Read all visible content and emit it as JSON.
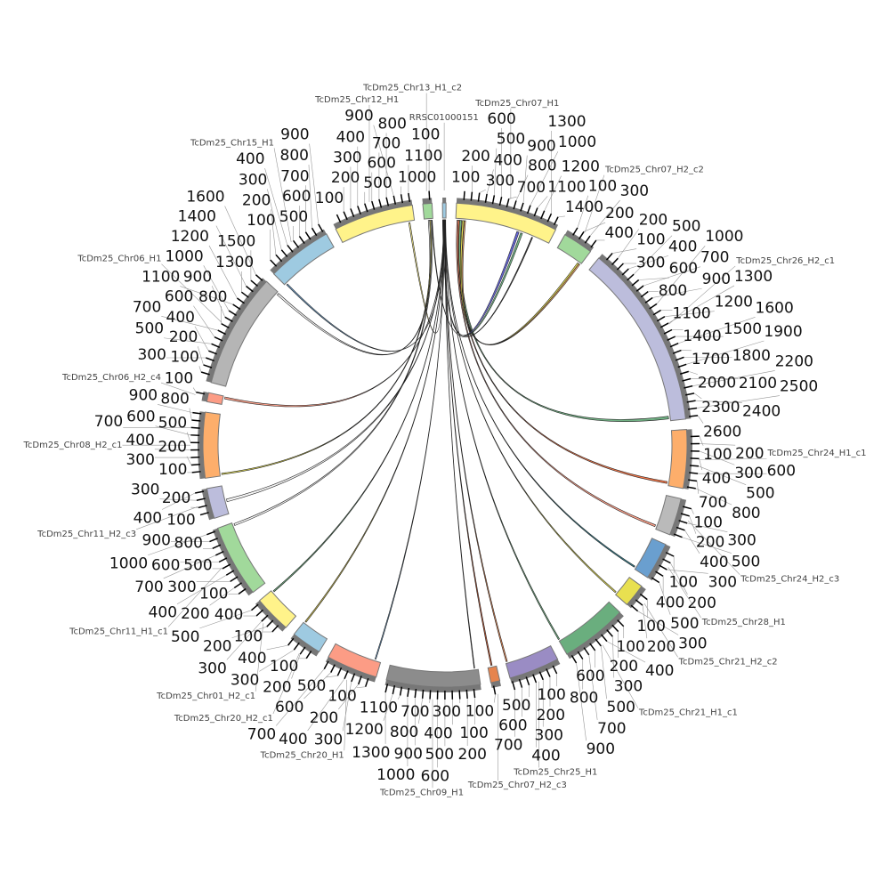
{
  "chart_data": {
    "type": "chord",
    "tick_step": 100,
    "segments": [
      {
        "name": "RRSC01000151",
        "length": 50,
        "color": "#9ecae1"
      },
      {
        "name": "TcDm25_Chr07_H1",
        "length": 1450,
        "color": "#fff38a"
      },
      {
        "name": "TcDm25_Chr07_H2_c2",
        "length": 430,
        "color": "#a1d99b"
      },
      {
        "name": "TcDm25_Chr26_H2_c1",
        "length": 2630,
        "color": "#bcbddc"
      },
      {
        "name": "TcDm25_Chr24_H1_c1",
        "length": 830,
        "color": "#fdae6b"
      },
      {
        "name": "TcDm25_Chr24_H2_c3",
        "length": 530,
        "color": "#bababa"
      },
      {
        "name": "TcDm25_Chr28_H1",
        "length": 530,
        "color": "#6a9fcf"
      },
      {
        "name": "TcDm25_Chr21_H2_c2",
        "length": 330,
        "color": "#e8e050"
      },
      {
        "name": "TcDm25_Chr21_H1_c1",
        "length": 950,
        "color": "#6aae7e"
      },
      {
        "name": "TcDm25_Chr25_H1",
        "length": 720,
        "color": "#9a8cc4"
      },
      {
        "name": "TcDm25_Chr07_H2_c3",
        "length": 130,
        "color": "#e6844e"
      },
      {
        "name": "TcDm25_Chr09_H1",
        "length": 1330,
        "color": "#8c8c8c"
      },
      {
        "name": "TcDm25_Chr20_H1",
        "length": 730,
        "color": "#fc9c85"
      },
      {
        "name": "TcDm25_Chr20_H2_c1",
        "length": 430,
        "color": "#9ecae1"
      },
      {
        "name": "TcDm25_Chr01_H2_c1",
        "length": 530,
        "color": "#fff38a"
      },
      {
        "name": "TcDm25_Chr11_H1_c1",
        "length": 1030,
        "color": "#a1d99b"
      },
      {
        "name": "TcDm25_Chr11_H2_c3",
        "length": 430,
        "color": "#bcbddc"
      },
      {
        "name": "TcDm25_Chr08_H2_c1",
        "length": 930,
        "color": "#fdae6b"
      },
      {
        "name": "TcDm25_Chr06_H2_c4",
        "length": 130,
        "color": "#fc9c85"
      },
      {
        "name": "TcDm25_Chr06_H1",
        "length": 1630,
        "color": "#b5b5b5"
      },
      {
        "name": "TcDm25_Chr15_H1",
        "length": 930,
        "color": "#9ecae1"
      },
      {
        "name": "TcDm25_Chr12_H1",
        "length": 1130,
        "color": "#fff38a"
      },
      {
        "name": "TcDm25_Chr13_H1_c2",
        "length": 130,
        "color": "#a1d99b"
      }
    ],
    "links": [
      {
        "from": [
          0,
          5,
          10
        ],
        "to": [
          21,
          1040,
          1060
        ],
        "color": "#fff38a"
      },
      {
        "from": [
          0,
          10,
          14
        ],
        "to": [
          20,
          20,
          40
        ],
        "color": "#6a9fcf"
      },
      {
        "from": [
          22,
          60,
          80
        ],
        "to": [
          19,
          1590,
          1620
        ],
        "color": "#f2f2f2"
      },
      {
        "from": [
          0,
          14,
          18
        ],
        "to": [
          18,
          90,
          120
        ],
        "color": "#fc9c85"
      },
      {
        "from": [
          22,
          80,
          95
        ],
        "to": [
          17,
          20,
          40
        ],
        "color": "#e8e050"
      },
      {
        "from": [
          0,
          18,
          22
        ],
        "to": [
          16,
          180,
          220
        ],
        "color": "#f2f2f2"
      },
      {
        "from": [
          22,
          95,
          110
        ],
        "to": [
          15,
          980,
          1010
        ],
        "color": "#f2f2f2"
      },
      {
        "from": [
          0,
          22,
          25
        ],
        "to": [
          14,
          490,
          510
        ],
        "color": "#6aae7e"
      },
      {
        "from": [
          0,
          25,
          28
        ],
        "to": [
          13,
          400,
          420
        ],
        "color": "#c8b84a"
      },
      {
        "from": [
          0,
          28,
          31
        ],
        "to": [
          12,
          80,
          95
        ],
        "color": "#6a9fcf"
      },
      {
        "from": [
          0,
          31,
          33
        ],
        "to": [
          11,
          50,
          60
        ],
        "color": "#333333"
      },
      {
        "from": [
          0,
          33,
          36
        ],
        "to": [
          10,
          60,
          80
        ],
        "color": "#c0502a"
      },
      {
        "from": [
          0,
          36,
          38
        ],
        "to": [
          9,
          690,
          710
        ],
        "color": "#e6844e"
      },
      {
        "from": [
          0,
          38,
          41
        ],
        "to": [
          8,
          930,
          950
        ],
        "color": "#6aae7e"
      },
      {
        "from": [
          0,
          41,
          43
        ],
        "to": [
          7,
          290,
          310
        ],
        "color": "#e8e050"
      },
      {
        "from": [
          0,
          43,
          46
        ],
        "to": [
          6,
          490,
          510
        ],
        "color": "#2a7a8a"
      },
      {
        "from": [
          1,
          20,
          40
        ],
        "to": [
          5,
          470,
          500
        ],
        "color": "#fc9c85"
      },
      {
        "from": [
          1,
          40,
          60
        ],
        "to": [
          4,
          770,
          800
        ],
        "color": "#f07040"
      },
      {
        "from": [
          1,
          60,
          90
        ],
        "to": [
          3,
          2560,
          2600
        ],
        "color": "#6aae7e"
      },
      {
        "from": [
          1,
          100,
          125
        ],
        "to": [
          2,
          375,
          400
        ],
        "color": "#e8e050"
      },
      {
        "from": [
          1,
          130,
          150
        ],
        "to": [
          2,
          400,
          420
        ],
        "color": "#fdae6b"
      },
      {
        "from": [
          0,
          0,
          3
        ],
        "to": [
          1,
          940,
          975
        ],
        "color": "#5b5bd0"
      },
      {
        "from": [
          0,
          3,
          5
        ],
        "to": [
          1,
          1000,
          1030
        ],
        "color": "#6aae7e"
      },
      {
        "from": [
          22,
          110,
          120
        ],
        "to": [
          1,
          1180,
          1195
        ],
        "color": "#333333"
      }
    ]
  }
}
